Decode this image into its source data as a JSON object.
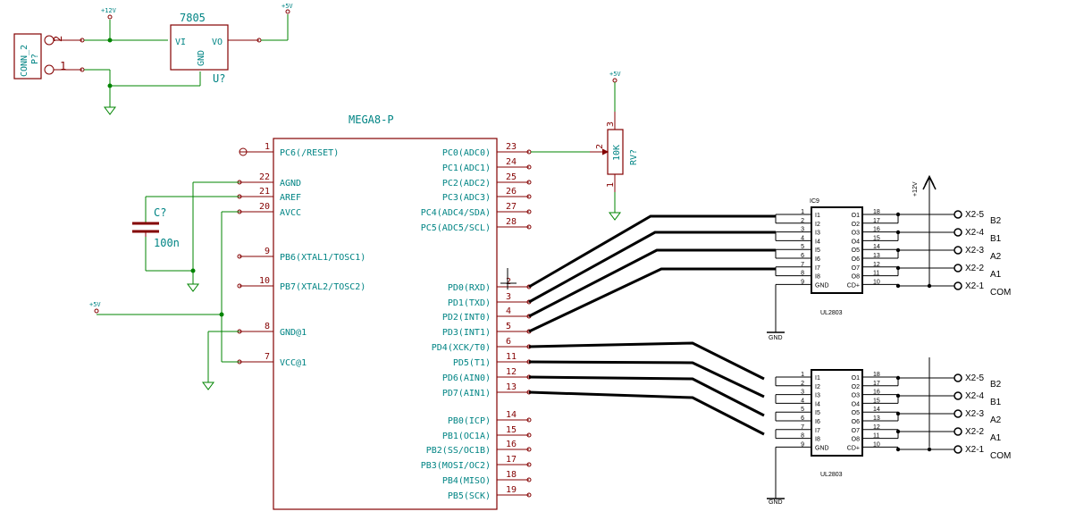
{
  "power_section": {
    "connector_ref": "CONN_2",
    "connector_val": "P?",
    "pin2": "2",
    "pin1": "1",
    "reg_name": "7805",
    "reg_vi": "VI",
    "reg_vo": "VO",
    "reg_gnd": "GND",
    "reg_ref": "U?",
    "plus12": "+12V",
    "plus5": "+5V"
  },
  "mcu": {
    "title": "MEGA8-P",
    "left_pins": [
      {
        "num": "1",
        "name": "PC6(/RESET)"
      },
      {
        "num": "22",
        "name": "AGND"
      },
      {
        "num": "21",
        "name": "AREF"
      },
      {
        "num": "20",
        "name": "AVCC"
      },
      {
        "num": "9",
        "name": "PB6(XTAL1/TOSC1)"
      },
      {
        "num": "10",
        "name": "PB7(XTAL2/TOSC2)"
      },
      {
        "num": "8",
        "name": "GND@1"
      },
      {
        "num": "7",
        "name": "VCC@1"
      }
    ],
    "right_pins": [
      {
        "num": "23",
        "name": "PC0(ADC0)"
      },
      {
        "num": "24",
        "name": "PC1(ADC1)"
      },
      {
        "num": "25",
        "name": "PC2(ADC2)"
      },
      {
        "num": "26",
        "name": "PC3(ADC3)"
      },
      {
        "num": "27",
        "name": "PC4(ADC4/SDA)"
      },
      {
        "num": "28",
        "name": "PC5(ADC5/SCL)"
      },
      {
        "num": "2",
        "name": "PD0(RXD)"
      },
      {
        "num": "3",
        "name": "PD1(TXD)"
      },
      {
        "num": "4",
        "name": "PD2(INT0)"
      },
      {
        "num": "5",
        "name": "PD3(INT1)"
      },
      {
        "num": "6",
        "name": "PD4(XCK/T0)"
      },
      {
        "num": "11",
        "name": "PD5(T1)"
      },
      {
        "num": "12",
        "name": "PD6(AIN0)"
      },
      {
        "num": "13",
        "name": "PD7(AIN1)"
      },
      {
        "num": "14",
        "name": "PB0(ICP)"
      },
      {
        "num": "15",
        "name": "PB1(OC1A)"
      },
      {
        "num": "16",
        "name": "PB2(SS/OC1B)"
      },
      {
        "num": "17",
        "name": "PB3(MOSI/OC2)"
      },
      {
        "num": "18",
        "name": "PB4(MISO)"
      },
      {
        "num": "19",
        "name": "PB5(SCK)"
      }
    ]
  },
  "capacitor": {
    "ref": "C?",
    "value": "100n"
  },
  "pot": {
    "value": "10K",
    "ref": "RV?",
    "pin3": "3",
    "pin2": "2",
    "pin1": "1",
    "supply": "+5V"
  },
  "vcc_label": "+5V",
  "driver1": {
    "ref": "IC9",
    "name": "UL2803",
    "gnd_label": "GND",
    "supply": "+12V"
  },
  "driver2": {
    "name": "UL2803",
    "gnd_label": "GND"
  },
  "driver_pins": {
    "left_nums": [
      "1",
      "2",
      "3",
      "4",
      "5",
      "6",
      "7",
      "8",
      "9"
    ],
    "left_names": [
      "I1",
      "I2",
      "I3",
      "I4",
      "I5",
      "I6",
      "I7",
      "I8",
      "GND"
    ],
    "right_nums": [
      "18",
      "17",
      "16",
      "15",
      "14",
      "13",
      "12",
      "11",
      "10"
    ],
    "right_names": [
      "O1",
      "O2",
      "O3",
      "O4",
      "O5",
      "O6",
      "O7",
      "O8",
      "CD+"
    ]
  },
  "outputs": [
    {
      "conn": "X2-5",
      "sig": "B2"
    },
    {
      "conn": "X2-4",
      "sig": "B1"
    },
    {
      "conn": "X2-3",
      "sig": "A2"
    },
    {
      "conn": "X2-2",
      "sig": "A1"
    },
    {
      "conn": "X2-1",
      "sig": "COM"
    }
  ]
}
